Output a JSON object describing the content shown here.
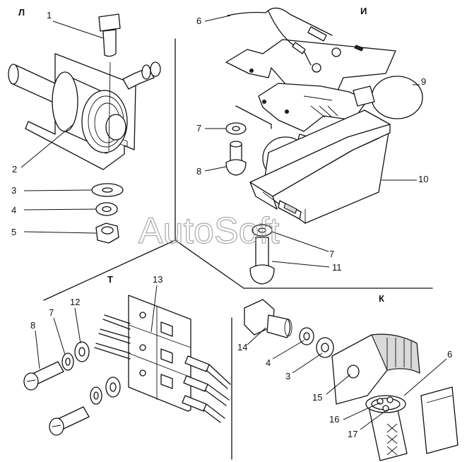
{
  "section_labels": {
    "L": "Л",
    "I": "И",
    "T": "Т",
    "K": "К"
  },
  "watermark": "AutoSoft",
  "callouts": {
    "l1": "1",
    "l2": "2",
    "l3": "3",
    "l4": "4",
    "l5": "5",
    "i6": "6",
    "i7": "7",
    "i8": "8",
    "i9": "9",
    "i10": "10",
    "i7b": "7",
    "i11": "11",
    "t13": "13",
    "t8": "8",
    "t7": "7",
    "t12": "12",
    "k14": "14",
    "k4": "4",
    "k3": "3",
    "k6": "6",
    "k15": "15",
    "k16": "16",
    "k17": "17"
  }
}
